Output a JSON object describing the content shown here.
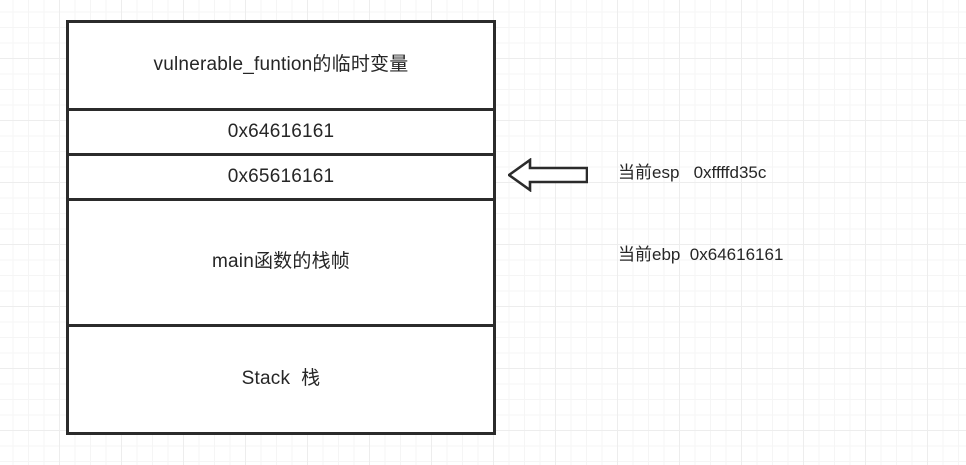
{
  "diagram": {
    "title": "stack-layout-diagram",
    "border_color": "#2b2b2b",
    "text_color": "#262626",
    "background_color": "#ffffff",
    "grid_minor_color": "#f5f5f5",
    "grid_major_color": "#ededed"
  },
  "stack": {
    "rows": [
      {
        "label": "vulnerable_funtion的临时变量"
      },
      {
        "label": "0x64616161"
      },
      {
        "label": "0x65616161"
      },
      {
        "label": "main函数的栈帧"
      },
      {
        "label": "Stack  栈"
      }
    ]
  },
  "annotations": {
    "esp": {
      "label": "当前esp",
      "value": "0xffffd35c",
      "text": "当前esp   0xffffd35c"
    },
    "ebp": {
      "label": "当前ebp",
      "value": "0x64616161",
      "text": "当前ebp  0x64616161"
    }
  },
  "icons": {
    "esp_pointer": "arrow-left-icon"
  }
}
